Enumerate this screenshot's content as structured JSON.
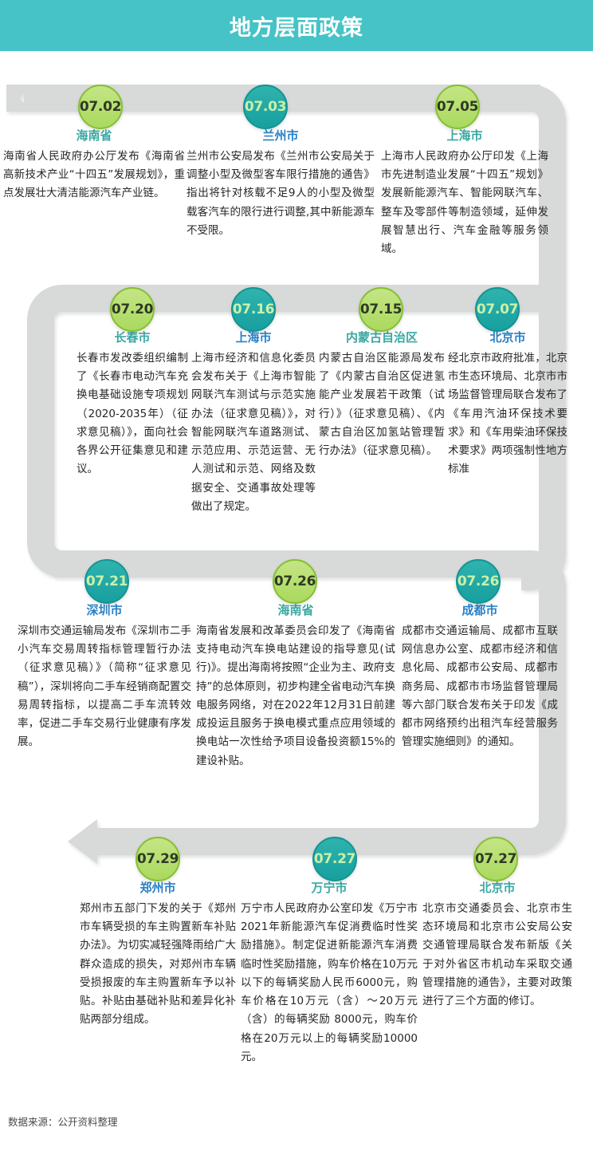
{
  "header": {
    "title": "地方层面政策",
    "bg_color": "#45c3c6"
  },
  "colors": {
    "ribbon": "#d8d9d9",
    "green_fill": "#aad95f",
    "green_border": "#86bf33",
    "teal_fill": "#17a09f",
    "teal_border": "#139494",
    "city_teal": "#3aa8a2",
    "city_blue": "#2a80c6",
    "body_text": "#262626"
  },
  "footer": {
    "source": "数据来源：公开资料整理"
  },
  "rows": [
    {
      "direction": "right",
      "items": [
        {
          "date": "07.02",
          "bubble_style": "green",
          "city": "海南省",
          "city_style": "teal",
          "text": "海南省人民政府办公厅发布《海南省高新技术产业“十四五”发展规划》，重点发展壮大清洁能源汽车产业链。"
        },
        {
          "date": "07.03",
          "bubble_style": "teal",
          "city": "兰州市",
          "city_style": "blue",
          "text": "兰州市公安局发布《兰州市公安局关于调整小型及微型客车限行措施的通告》指出将针对核载不足9人的小型及微型载客汽车的限行进行调整,其中新能源车不受限。"
        },
        {
          "date": "07.05",
          "bubble_style": "green",
          "city": "上海市",
          "city_style": "teal",
          "text": "上海市人民政府办公厅印发《上海市先进制造业发展“十四五”规划》发展新能源汽车、智能网联汽车、整车及零部件等制造领域，延伸发展智慧出行、汽车金融等服务领域。"
        }
      ]
    },
    {
      "direction": "left",
      "items": [
        {
          "date": "07.20",
          "bubble_style": "green",
          "city": "长春市",
          "city_style": "teal",
          "text": "长春市发改委组织编制了《长春市电动汽车充换电基础设施专项规划（2020-2035年）（征求意见稿）》，面向社会各界公开征集意见和建议。"
        },
        {
          "date": "07.16",
          "bubble_style": "teal",
          "city": "上海市",
          "city_style": "blue",
          "text": "上海市经济和信息化委员会发布关于《上海市智能网联汽车测试与示范实施办法（征求意见稿）》，对智能网联汽车道路测试、示范应用、示范运营、无人测试和示范、网络及数据安全、交通事故处理等做出了规定。"
        },
        {
          "date": "07.15",
          "bubble_style": "green",
          "city": "内蒙古自治区",
          "city_style": "teal",
          "text": "内蒙古自治区能源局发布了《内蒙古自治区促进氢能产业发展若干政策（试行）》（征求意见稿）、《内蒙古自治区加氢站管理暂行办法》（征求意见稿）。"
        },
        {
          "date": "07.07",
          "bubble_style": "teal",
          "city": "北京市",
          "city_style": "blue",
          "text": "经北京市政府批准，北京市生态环境局、北京市市场监督管理局联合发布了《车用汽油环保技术要求》和《车用柴油环保技术要求》两项强制性地方标准"
        }
      ]
    },
    {
      "direction": "right",
      "items": [
        {
          "date": "07.21",
          "bubble_style": "teal",
          "city": "深圳市",
          "city_style": "blue",
          "text": "深圳市交通运输局发布《深圳市二手小汽车交易周转指标管理暂行办法（征求意见稿）》（简称“征求意见稿”），深圳将向二手车经销商配置交易周转指标，以提高二手车流转效率，促进二手车交易行业健康有序发展。"
        },
        {
          "date": "07.26",
          "bubble_style": "green",
          "city": "海南省",
          "city_style": "teal",
          "text": "海南省发展和改革委员会印发了《海南省支持电动汽车换电站建设的指导意见(试行)》。提出海南将按照“企业为主、政府支持”的总体原则，初步构建全省电动汽车换电服务网络，对在2022年12月31日前建成投运且服务于换电模式重点应用领域的换电站一次性给予项目设备投资额15%的建设补贴。"
        },
        {
          "date": "07.26",
          "bubble_style": "teal",
          "city": "成都市",
          "city_style": "blue",
          "text": "成都市交通运输局、成都市互联网信息办公室、成都市经济和信息化局、成都市公安局、成都市商务局、成都市市场监督管理局等六部门联合发布关于印发《成都市网络预约出租汽车经营服务管理实施细则》的通知。"
        }
      ]
    },
    {
      "direction": "left",
      "items": [
        {
          "date": "07.29",
          "bubble_style": "green",
          "city": "郑州市",
          "city_style": "blue",
          "text": "郑州市五部门下发的关于《郑州市车辆受损的车主购置新车补贴办法》。为切实减轻强降雨给广大群众造成的损失，对郑州市车辆受损报废的车主购置新车予以补贴。补贴由基础补贴和差异化补贴两部分组成。"
        },
        {
          "date": "07.27",
          "bubble_style": "teal",
          "city": "万宁市",
          "city_style": "teal",
          "text": "万宁市人民政府办公室印发《万宁市2021年新能源汽车促消费临时性奖励措施》。制定促进新能源汽车消费临时性奖励措施，购车价格在10万元以下的每辆奖励人民币6000元，购车价格在10万元（含）～20万元（含）的每辆奖励 8000元，购车价格在20万元以上的每辆奖励10000元。"
        },
        {
          "date": "07.27",
          "bubble_style": "green",
          "city": "北京市",
          "city_style": "teal",
          "text": "北京市交通委员会、北京市生态环境局和北京市公安局公安交通管理局联合发布新版《关于对外省区市机动车采取交通管理措施的通告》，主要对政策进行了三个方面的修订。"
        }
      ]
    }
  ]
}
